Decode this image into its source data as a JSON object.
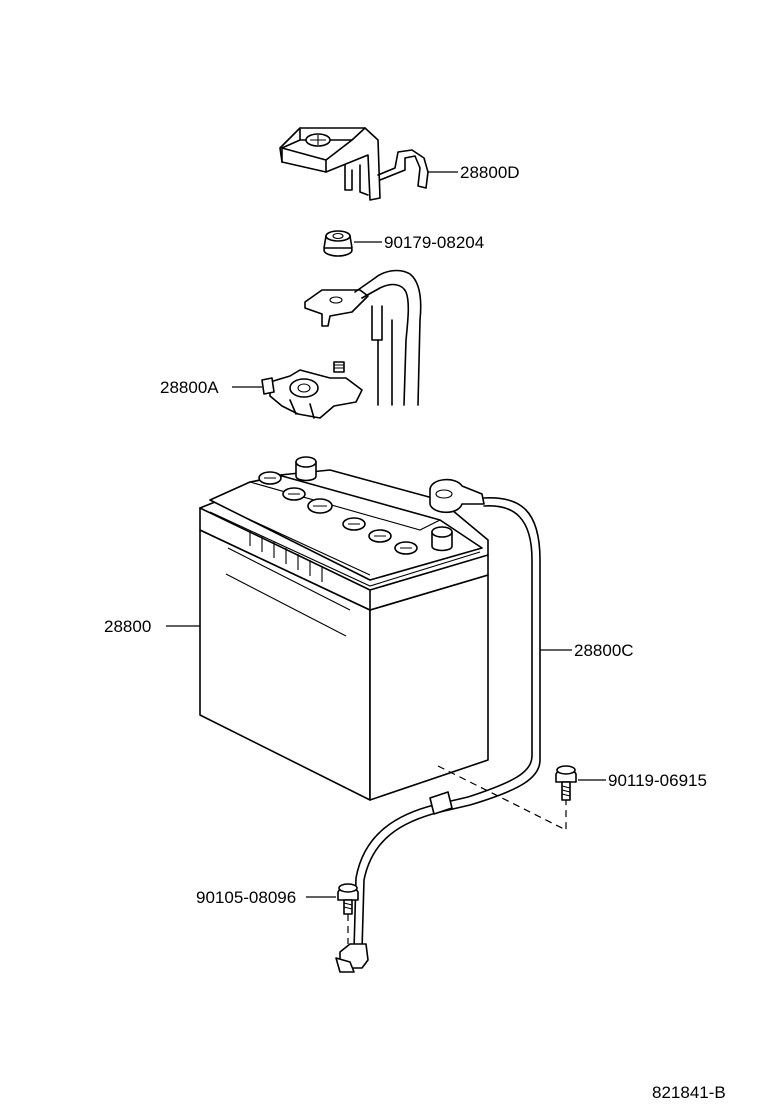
{
  "diagram": {
    "reference_code": "821841-B",
    "parts": [
      {
        "id": "hold_down_clamp",
        "label": "28800D"
      },
      {
        "id": "clamp_nut",
        "label": "90179-08204"
      },
      {
        "id": "terminal_clamp",
        "label": "28800A"
      },
      {
        "id": "battery",
        "label": "28800"
      },
      {
        "id": "ground_cable",
        "label": "28800C"
      },
      {
        "id": "cable_bolt_right",
        "label": "90119-06915"
      },
      {
        "id": "cable_bolt_left",
        "label": "90105-08096"
      }
    ]
  }
}
